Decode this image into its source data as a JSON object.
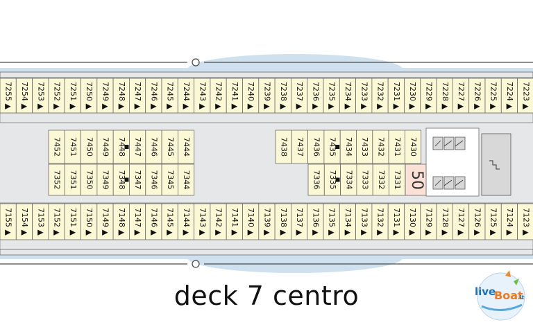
{
  "deck_title": "deck 7 centro",
  "logo": {
    "part1": "live",
    "part2": "Boat",
    "suffix": ".it"
  },
  "colors": {
    "cabin_fill": "#fbf8d6",
    "cabin_stroke": "#6a6a6a",
    "corridor": "#e6e7e9",
    "water": "#cfe0ef",
    "hull_line": "#4a4a4a",
    "highlight": "#fbe0d5"
  },
  "rows": {
    "upper_outer": [
      "7255",
      "7254",
      "7253",
      "7252",
      "7251",
      "7250",
      "7249",
      "7248",
      "7247",
      "7246",
      "7245",
      "7244",
      "7243",
      "7242",
      "7241",
      "7240",
      "7239",
      "7238",
      "7237",
      "7236",
      "7235",
      "7234",
      "7233",
      "7232",
      "7231",
      "7230",
      "7229",
      "7228",
      "7227",
      "7226",
      "7225",
      "7224",
      "7223"
    ],
    "lower_outer": [
      "7155",
      "7154",
      "7153",
      "7152",
      "7151",
      "7150",
      "7149",
      "7148",
      "7147",
      "7146",
      "7145",
      "7144",
      "7143",
      "7142",
      "7141",
      "7140",
      "7139",
      "7138",
      "7137",
      "7136",
      "7135",
      "7134",
      "7133",
      "7132",
      "7131",
      "7130",
      "7129",
      "7128",
      "7127",
      "7126",
      "7125",
      "7124",
      "7123"
    ],
    "inner_upper_left": [
      "7452",
      "7451",
      "7450",
      "7449",
      "7448",
      "7447",
      "7446",
      "7445",
      "7444"
    ],
    "inner_lower_left": [
      "7352",
      "7351",
      "7350",
      "7349",
      "7348",
      "7347",
      "7346",
      "7345",
      "7344"
    ],
    "inner_upper_right": [
      "7438",
      "7437",
      "7436",
      "7435",
      "7434",
      "7433",
      "7432",
      "7431",
      "7430"
    ],
    "inner_lower_right": [
      "7336",
      "7335",
      "7334",
      "7333",
      "7332",
      "7331"
    ]
  },
  "accessible_cabins": [
    "7448",
    "7348",
    "7435",
    "7335"
  ],
  "stair_number": "50"
}
